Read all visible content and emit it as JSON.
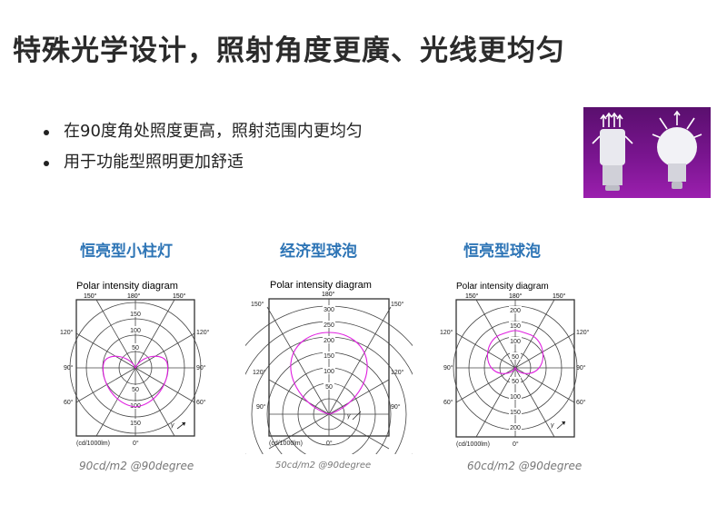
{
  "title": "特殊光学设计，照射角度更廣、光线更均匀",
  "bullets": [
    "在90度角处照度更高，照射范围内更均匀",
    "用于功能型照明更加舒适"
  ],
  "photo": {
    "icons": [
      "bulb-icon",
      "bulb-icon"
    ],
    "background": "#7a1590"
  },
  "columns": [
    {
      "title": "恒亮型小柱灯",
      "diagram": {
        "heading": "Polar intensity diagram",
        "top_angles": [
          "150°",
          "180°",
          "150°"
        ],
        "left_angles": [
          "120°",
          "90°",
          "60°"
        ],
        "right_angles": [
          "120°",
          "90°",
          "60°"
        ],
        "ring_values_up": [
          "150",
          "100",
          "50"
        ],
        "ring_values_down": [
          "50",
          "100",
          "150"
        ],
        "gamma": "γ",
        "unit": "(cd/1000lm)",
        "bottom_angle": "0°"
      },
      "caption": "90cd/m2 @90degree"
    },
    {
      "title": "经济型球泡",
      "diagram": {
        "heading": "Polar intensity diagram",
        "top_angles": [
          "180°"
        ],
        "left_angles": [
          "150°",
          "120°",
          "90°"
        ],
        "right_angles": [
          "150°",
          "120°",
          "90°"
        ],
        "ring_values_up": [
          "300",
          "250",
          "200",
          "150",
          "100",
          "50"
        ],
        "ring_values_down": [],
        "gamma": "γ",
        "unit": "(cd/1000lm)",
        "bottom_angle": "0°"
      },
      "caption": "50cd/m2 @90degree"
    },
    {
      "title": "恒亮型球泡",
      "diagram": {
        "heading": "Polar intensity diagram",
        "top_angles": [
          "150°",
          "180°",
          "150°"
        ],
        "left_angles": [
          "120°",
          "90°",
          "60°"
        ],
        "right_angles": [
          "120°",
          "90°",
          "60°"
        ],
        "ring_values_up": [
          "200",
          "150",
          "100",
          "50"
        ],
        "ring_values_down": [
          "50",
          "100",
          "150",
          "200"
        ],
        "gamma": "γ",
        "unit": "(cd/1000lm)",
        "bottom_angle": "0°"
      },
      "caption": "60cd/m2 @90degree"
    }
  ],
  "colors": {
    "title": "#2b2b2b",
    "column_title": "#2e75b6",
    "curve": "#e020e0",
    "caption": "#777777"
  }
}
